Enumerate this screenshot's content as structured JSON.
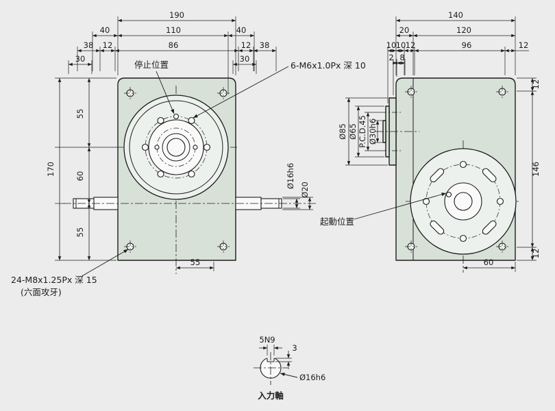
{
  "colors": {
    "background": "#ececec",
    "body_fill": "#d8e1d8",
    "face_fill": "#edf1ed",
    "white_fill": "#f8f9f8",
    "line": "#1c1c1c"
  },
  "fv": {
    "dims": {
      "d190": "190",
      "d40l": "40",
      "d110": "110",
      "d40r": "40",
      "d38l": "38",
      "d12l": "12",
      "d86": "86",
      "d12r": "12",
      "d38r": "38",
      "d30l": "30",
      "d30r": "30",
      "d170": "170",
      "d55t": "55",
      "d60": "60",
      "d55b": "55",
      "d16": "Ø16h6",
      "d20": "Ø20",
      "d55w": "55"
    },
    "labels": {
      "stop": "停止位置",
      "m6": "6-M6x1.0Px 深 10",
      "m8": "24-M8x1.25Px 深 15",
      "m8n": "(六面攻牙)"
    }
  },
  "sv": {
    "dims": {
      "d140": "140",
      "d20": "20",
      "d120": "120",
      "d10a": "10",
      "d10b": "10",
      "d12a": "12",
      "d96": "96",
      "d12b": "12",
      "d2": "2",
      "d8": "8",
      "d85": "Ø85",
      "d65": "Ø65",
      "pcd": "P.C.D.45",
      "d30": "Ø30h6",
      "d12t": "12",
      "d146": "146",
      "d12bb": "12",
      "d60": "60"
    },
    "labels": {
      "start": "起動位置"
    }
  },
  "detail": {
    "key": "5N9",
    "depth": "3",
    "dia": "Ø16h6",
    "name": "入力軸"
  }
}
